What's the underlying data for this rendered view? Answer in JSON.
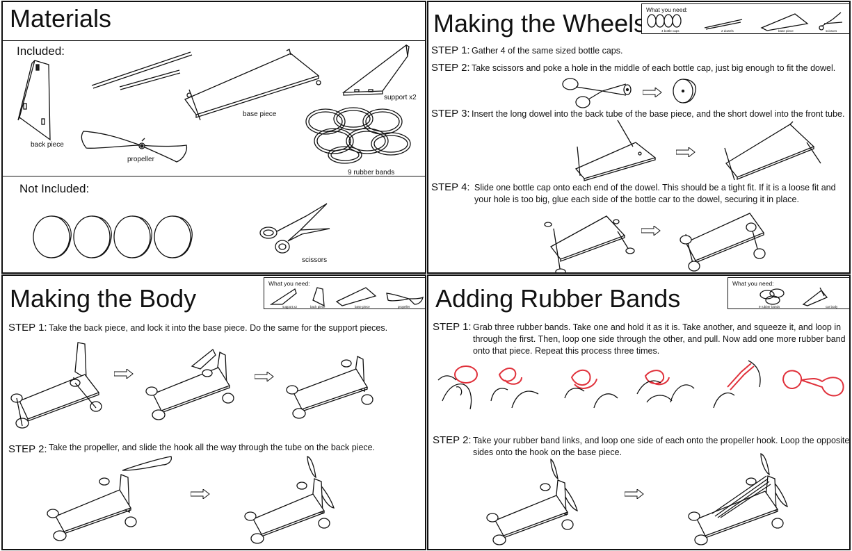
{
  "materials": {
    "title": "Materials",
    "included": {
      "heading": "Included:",
      "labels": {
        "back_piece": "back piece",
        "propeller": "propeller",
        "base_piece": "base piece",
        "support": "support x2",
        "rubber_bands": "9 rubber bands"
      }
    },
    "not_included": {
      "heading": "Not Included:",
      "labels": {
        "scissors": "scissors"
      }
    }
  },
  "wheels": {
    "title": "Making the Wheels",
    "what_you_need": {
      "heading": "What you need:",
      "items": [
        "4 bottle caps",
        "2 dowels",
        "base piece",
        "scissors"
      ]
    },
    "steps": [
      {
        "label": "STEP 1:",
        "text": "Gather 4 of the same sized bottle caps."
      },
      {
        "label": "STEP 2:",
        "text": "Take scissors and poke a hole in the middle of each bottle cap, just big enough to fit the dowel."
      },
      {
        "label": "STEP 3:",
        "text": "Insert the long dowel into the back tube of the base piece, and the short dowel into the front tube."
      },
      {
        "label": "STEP 4:",
        "text": "Slide one bottle cap onto each end of the dowel. This should be a tight fit. If it is a loose fit and your hole is too big, glue each side of the bottle car to the dowel, securing it in place."
      }
    ]
  },
  "body": {
    "title": "Making the Body",
    "what_you_need": {
      "heading": "What you need:",
      "items": [
        "support x2",
        "back piece",
        "base piece",
        "propeller"
      ]
    },
    "steps": [
      {
        "label": "STEP 1:",
        "text": "Take the back piece, and lock it into the base piece. Do the same for the support pieces."
      },
      {
        "label": "STEP 2:",
        "text": "Take the propeller, and slide the hook all the way through the tube on the back piece."
      }
    ]
  },
  "rubber_bands": {
    "title": "Adding Rubber Bands",
    "what_you_need": {
      "heading": "What you need:",
      "items": [
        "9 rubber bands",
        "car body"
      ]
    },
    "steps": [
      {
        "label": "STEP 1:",
        "text": "Grab three rubber bands. Take one and hold it as it is. Take another, and squeeze it, and loop in through the first. Then, loop one side through the other, and pull. Now add one more rubber band onto that piece. Repeat this process three times."
      },
      {
        "label": "STEP 2:",
        "text": "Take your rubber band links, and loop one side of each onto the propeller hook. Loop the opposite sides onto the hook on the base piece."
      }
    ]
  },
  "colors": {
    "ink": "#111111",
    "rubber_band": "#e0313b",
    "background": "#ffffff"
  }
}
